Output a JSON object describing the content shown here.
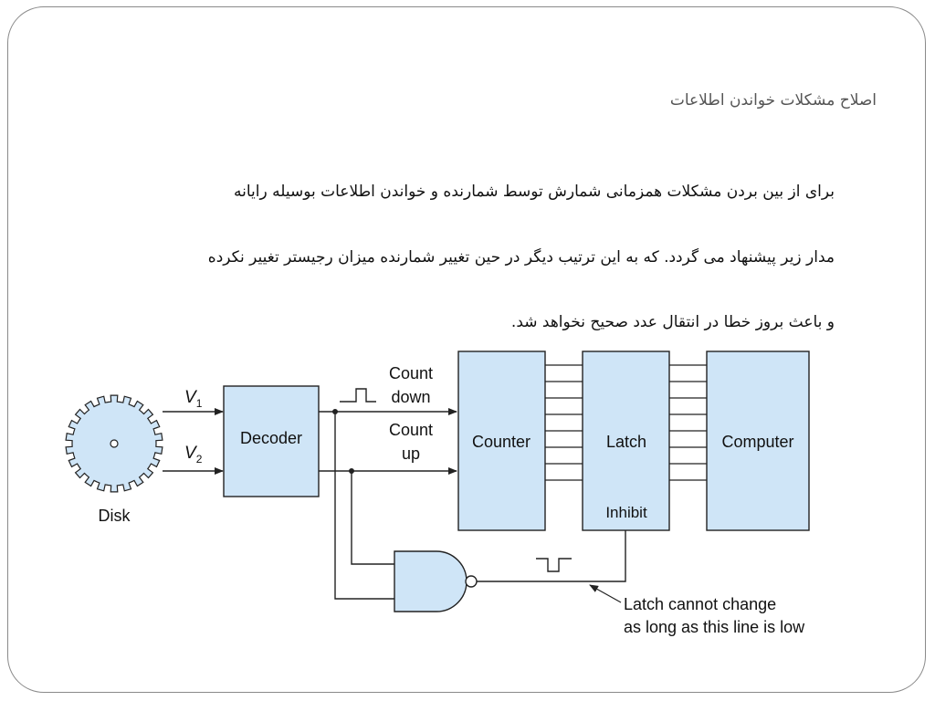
{
  "slide": {
    "title": "اصلاح مشکلات خواندن اطلاعات",
    "body_lines": [
      "برای از بین بردن مشکلات همزمانی شمارش توسط شمارنده و  خواندن اطلاعات  بوسیله رایانه",
      "مدار زیر پیشنهاد می گردد. که به این ترتیب دیگر در حین تغییر شمارنده میزان رجیستر تغییر نکرده",
      "و باعث بروز خطا  در انتقال عدد صحیح نخواهد شد."
    ]
  },
  "diagram": {
    "fill_color": "#cfe5f7",
    "line_color": "#222222",
    "disk_label": "Disk",
    "v1_label": "V",
    "v1_sub": "1",
    "v2_label": "V",
    "v2_sub": "2",
    "decoder_label": "Decoder",
    "count_down_line1": "Count",
    "count_down_line2": "down",
    "count_up_line1": "Count",
    "count_up_line2": "up",
    "counter_label": "Counter",
    "latch_label": "Latch",
    "inhibit_label": "Inhibit",
    "computer_label": "Computer",
    "note_line1": "Latch cannot change",
    "note_line2": "as long as this line is low"
  }
}
